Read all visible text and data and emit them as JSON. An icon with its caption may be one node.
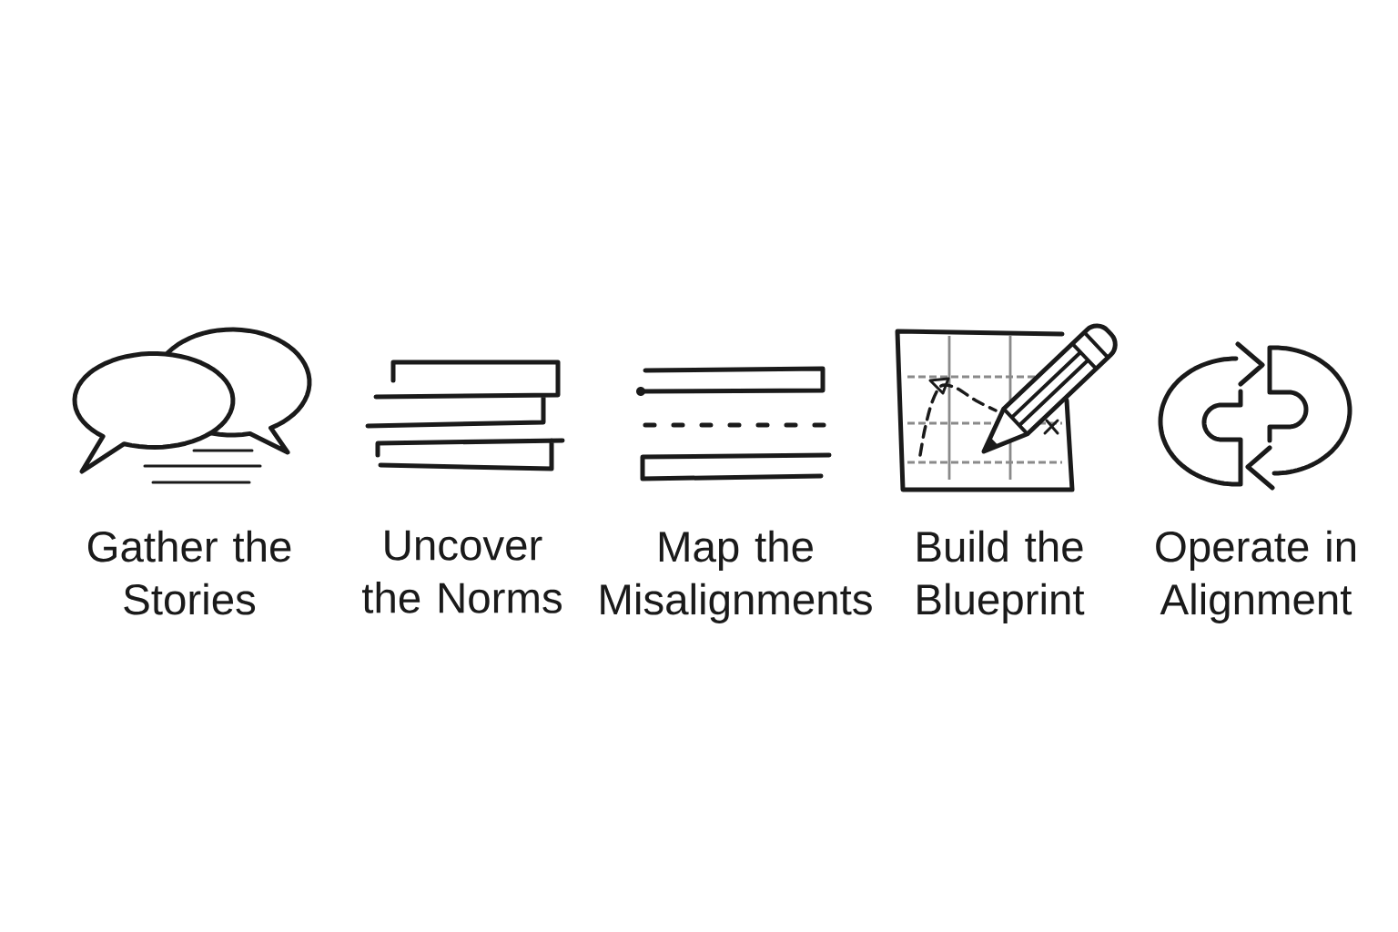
{
  "diagram": {
    "nodes": [
      {
        "text": [
          "Gather the Stories"
        ]
      },
      {
        "text": [
          "Uncover the Norms"
        ]
      },
      {
        "text": [
          "Map the Misalignments"
        ]
      },
      {
        "text": [
          "Build the Blueprint"
        ]
      },
      {
        "text": [
          "Operate in Alignment"
        ]
      }
    ]
  }
}
